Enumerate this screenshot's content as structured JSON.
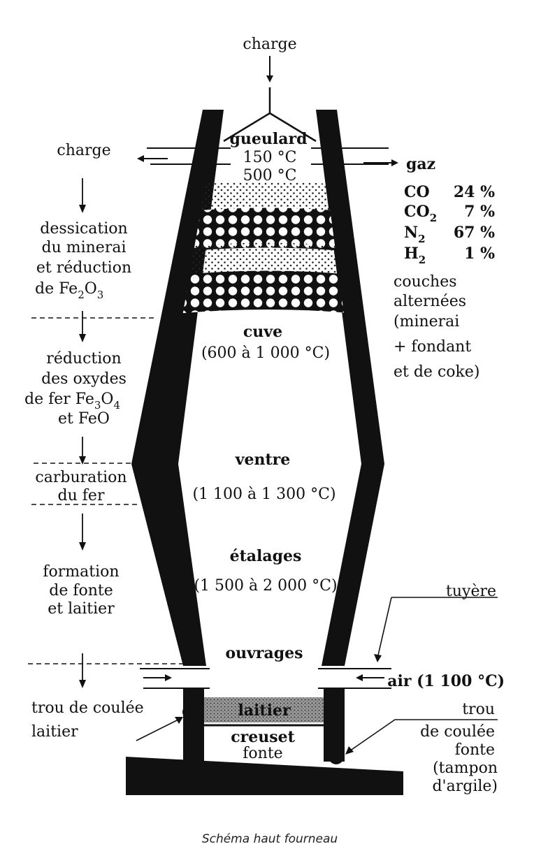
{
  "top_charge": "charge",
  "left_charge": "charge",
  "gaz": "gaz",
  "gas_composition": [
    {
      "formula": "CO",
      "sub": "",
      "pct": "24 %"
    },
    {
      "formula": "CO",
      "sub": "2",
      "pct": "7 %"
    },
    {
      "formula": "N",
      "sub": "2",
      "pct": "67 %"
    },
    {
      "formula": "H",
      "sub": "2",
      "pct": "1 %"
    }
  ],
  "zones": {
    "gueulard": "gueulard",
    "gueulard_t1": "150 °C",
    "gueulard_t2": "500 °C",
    "cuve": "cuve",
    "cuve_t": "(600 à 1 000 °C)",
    "ventre": "ventre",
    "ventre_t": "(1 100 à 1 300 °C)",
    "etalages": "étalages",
    "etalages_t": "(1 500 à 2 000 °C)",
    "ouvrages": "ouvrages",
    "laitier": "laitier",
    "creuset": "creuset",
    "fonte": "fonte"
  },
  "right_notes": {
    "couches": [
      "couches",
      "alternées",
      "(minerai",
      "+ fondant",
      "et de coke)"
    ],
    "tuyere": "tuyère",
    "air": "air (1 100 °C)",
    "trou_fonte": [
      "trou",
      "de coulée",
      "fonte",
      "(tampon",
      "d'argile)"
    ]
  },
  "left_steps": {
    "step1": [
      "dessication",
      "du  minerai",
      "et réduction"
    ],
    "step1_formula": {
      "a": "de Fe",
      "s1": "2",
      "b": "O",
      "s2": "3"
    },
    "step2": [
      "réduction",
      "des  oxydes"
    ],
    "step2_formula": {
      "a": "de fer Fe",
      "s1": "3",
      "b": "O",
      "s2": "4"
    },
    "step2_tail": "et FeO",
    "step3": [
      "carburation",
      "du fer"
    ],
    "step4": [
      "formation",
      "de fonte",
      "et laitier"
    ],
    "trou_laitier": [
      "trou de coulée",
      "laitier"
    ]
  },
  "caption": "Schéma haut fourneau"
}
